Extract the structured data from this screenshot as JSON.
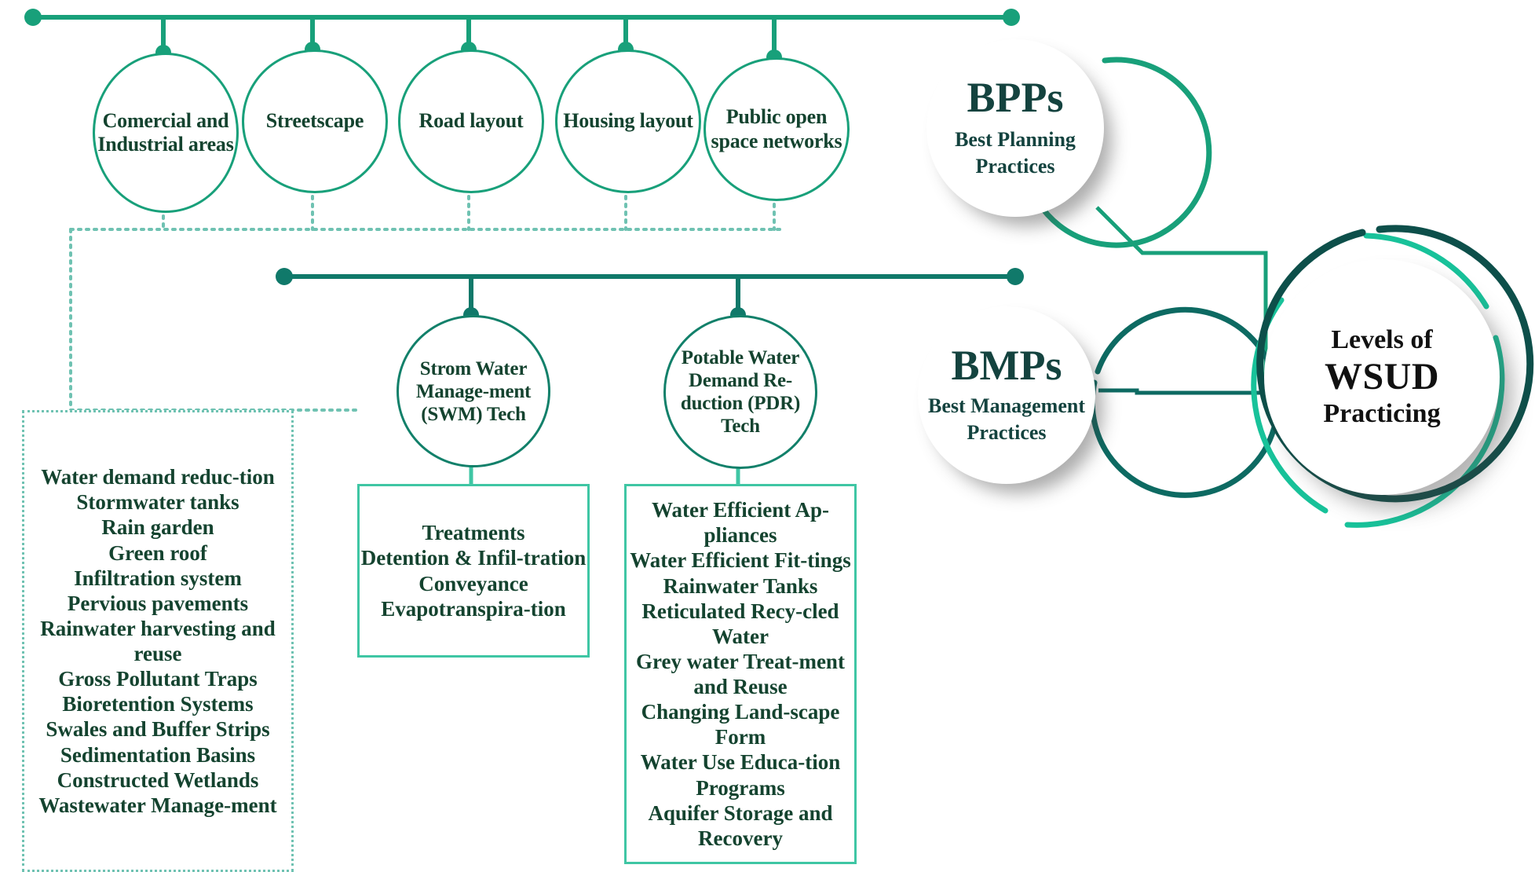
{
  "diagram": {
    "title": "Levels of WSUD Practicing",
    "colors": {
      "bright_green": "#18a07a",
      "accent_green": "#3fc6a4",
      "dark_teal": "#0d4f4a",
      "text_green": "#14432f",
      "dotted": "#6fc2b2"
    }
  },
  "planning_nodes": [
    {
      "id": "commercial-industrial-areas",
      "label": "Comercial and Industrial areas"
    },
    {
      "id": "streetscape",
      "label": "Streetscape"
    },
    {
      "id": "road-layout",
      "label": "Road layout"
    },
    {
      "id": "housing-layout",
      "label": "Housing layout"
    },
    {
      "id": "public-open-space-networks",
      "label": "Public open space networks"
    }
  ],
  "management_nodes": [
    {
      "id": "swm-tech",
      "label": "Strom Water Manage-ment (SWM) Tech"
    },
    {
      "id": "pdr-tech",
      "label": "Potable Water Demand Re-duction (PDR) Tech"
    }
  ],
  "measures_box": {
    "name": "wsud-measures-list",
    "items": [
      "Water demand reduc-tion",
      "Stormwater tanks",
      "Rain garden",
      "Green roof",
      "Infiltration system",
      "Pervious pavements",
      "Rainwater harvesting and reuse",
      "Gross Pollutant Traps",
      "Bioretention Systems",
      "Swales and Buffer Strips",
      "Sedimentation Basins",
      "Constructed Wetlands",
      "Wastewater Manage-ment"
    ]
  },
  "swm_box": {
    "name": "swm-treatments-list",
    "items": [
      "Treatments",
      "Detention & Infil-tration",
      "Conveyance",
      "Evapotranspira-tion"
    ]
  },
  "pdr_box": {
    "name": "pdr-measures-list",
    "items": [
      "Water Efficient Ap-pliances",
      "Water Efficient Fit-tings",
      "Rainwater Tanks",
      "Reticulated Recy-cled Water",
      "Grey water Treat-ment and Reuse",
      "Changing Land-scape Form",
      "Water Use Educa-tion Programs",
      "Aquifer Storage and Recovery"
    ]
  },
  "badges": {
    "bpps": {
      "abbr": "BPPs",
      "subtitle": "Best Planning Practices"
    },
    "bmps": {
      "abbr": "BMPs",
      "subtitle": "Best Management Practices"
    }
  },
  "hub": {
    "line1": "Levels of",
    "line2": "WSUD",
    "line3": "Practicing"
  }
}
